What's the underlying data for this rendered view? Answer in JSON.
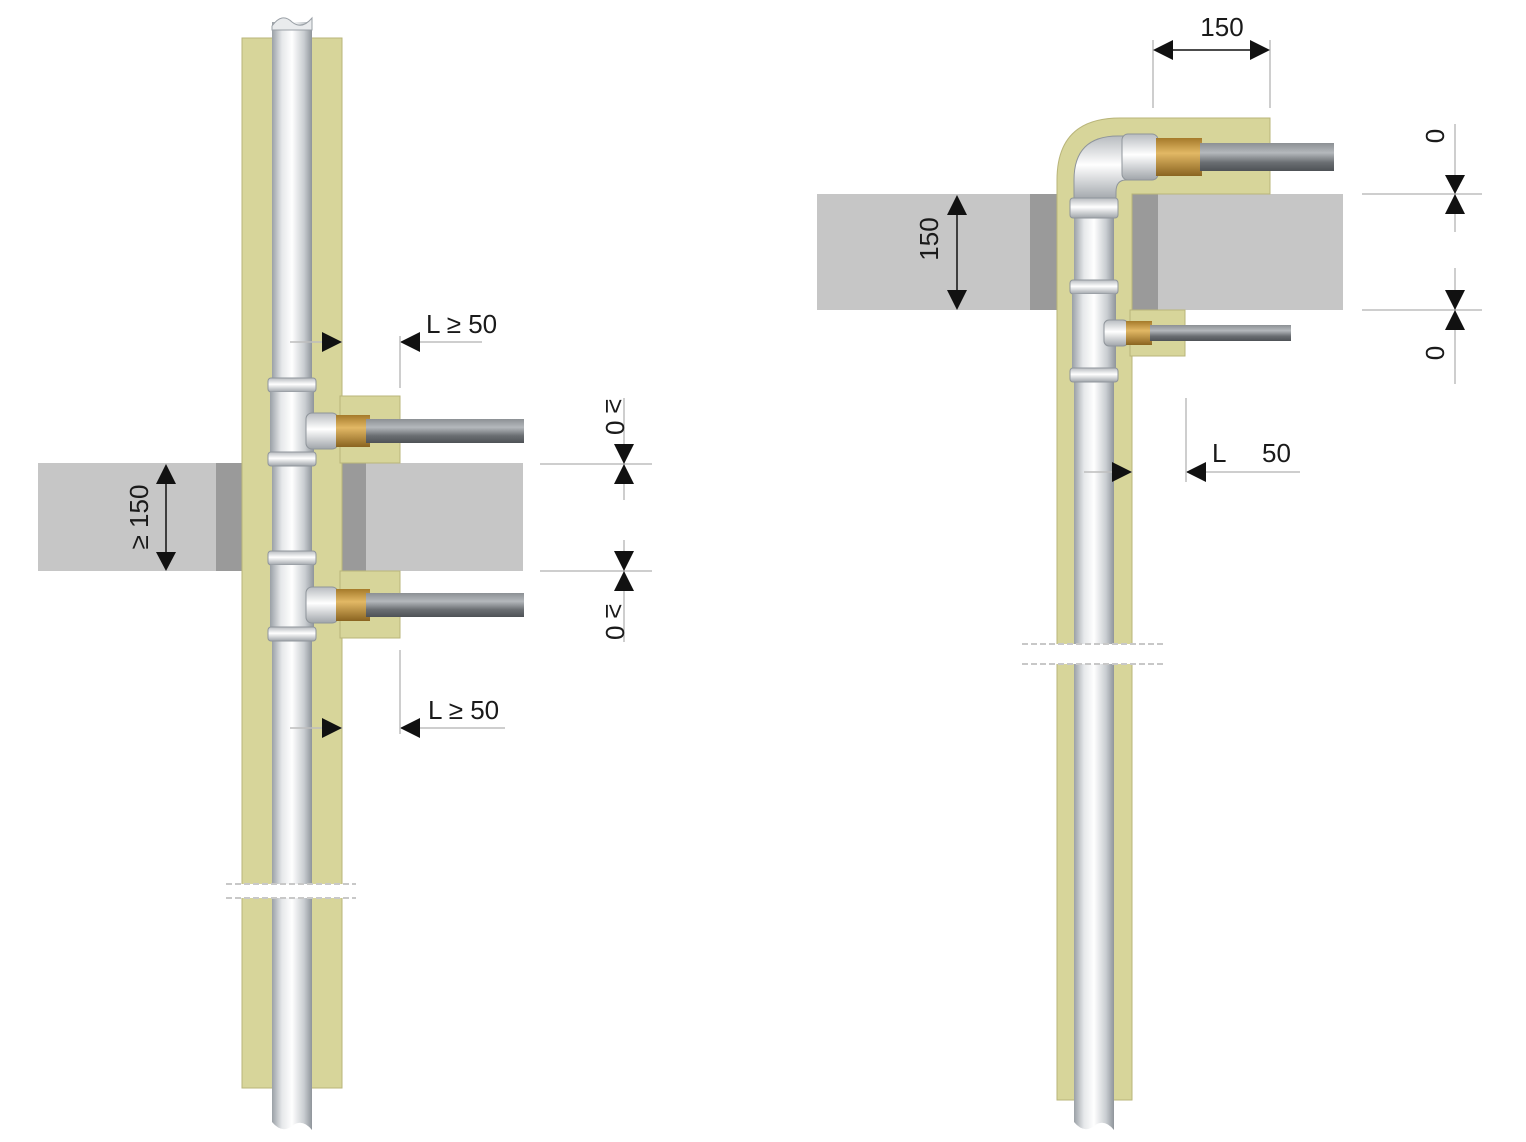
{
  "diagram": {
    "colors": {
      "insulation": "#d7d59a",
      "insulation_edge": "#b9b57a",
      "wall": "#c6c6c6",
      "wall_dark": "#9a9a9a",
      "pipe_light": "#f4f5f6",
      "pipe_mid": "#c9cdd1",
      "pipe_dark": "#9aa0a6",
      "branch_dark": "#5e6266",
      "branch_light": "#a4a8ac",
      "brass": "#c9983f",
      "arrow": "#111111",
      "dim_line": "#bdbdbd"
    },
    "left": {
      "label_top_clearance": "L ≥ 50",
      "label_bottom_clearance": "L ≥ 50",
      "label_wall_thickness": "≥ 150",
      "label_offset_top": "≥ 0",
      "label_offset_bottom": "≥ 0"
    },
    "right": {
      "label_wall_thickness": "150",
      "label_width": "150",
      "label_clearance_L": "L",
      "label_clearance_value": "50",
      "label_offset_top": "0",
      "label_offset_bottom": "0"
    }
  }
}
